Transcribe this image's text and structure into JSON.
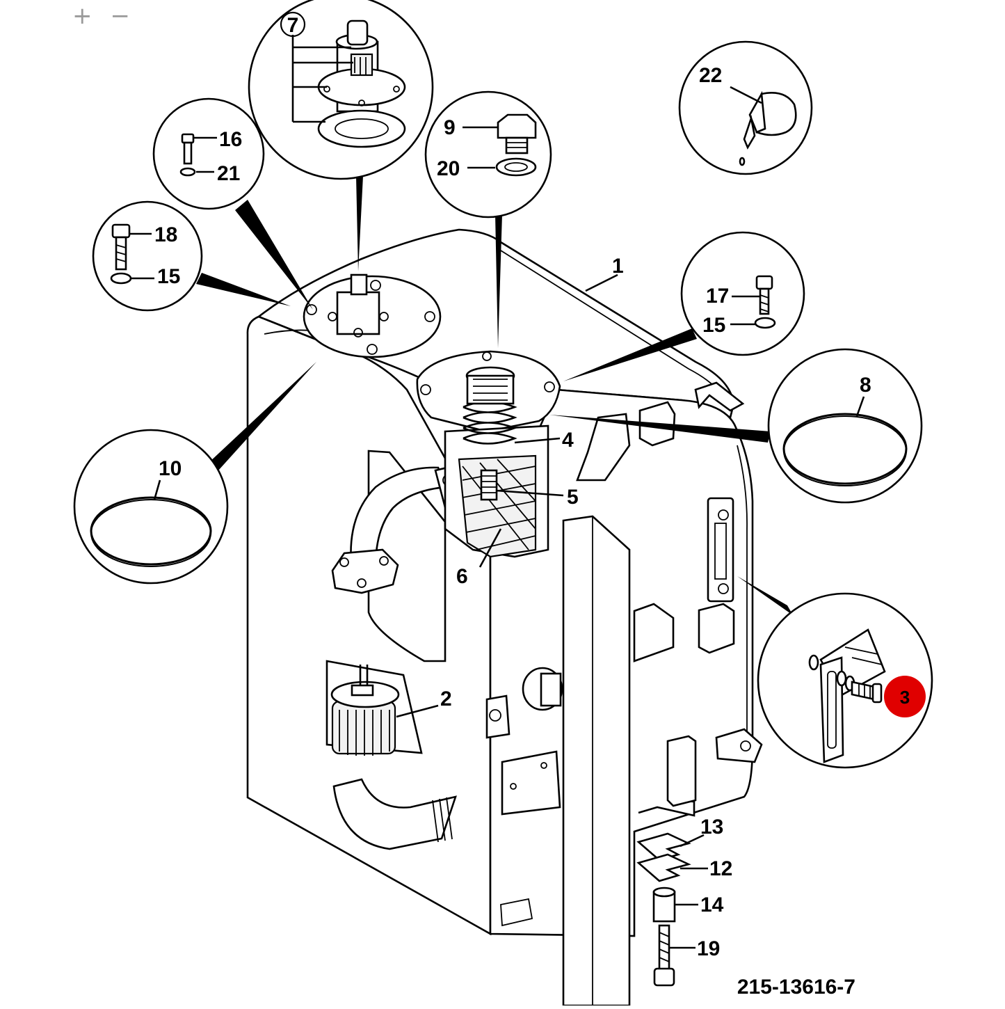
{
  "toolbar": {
    "zoom_in_label": "+",
    "zoom_out_label": "−"
  },
  "diagram_id": "215-13616-7",
  "highlight_color": "#e00000",
  "highlighted_part": "3",
  "callouts": {
    "c1": "1",
    "c2": "2",
    "c3": "3",
    "c4": "4",
    "c5": "5",
    "c6": "6",
    "c7": "7",
    "c8": "8",
    "c9": "9",
    "c10": "10",
    "c12": "12",
    "c13": "13",
    "c14": "14",
    "c15a": "15",
    "c15b": "15",
    "c16": "16",
    "c17": "17",
    "c18": "18",
    "c19": "19",
    "c20": "20",
    "c21": "21",
    "c22": "22"
  }
}
